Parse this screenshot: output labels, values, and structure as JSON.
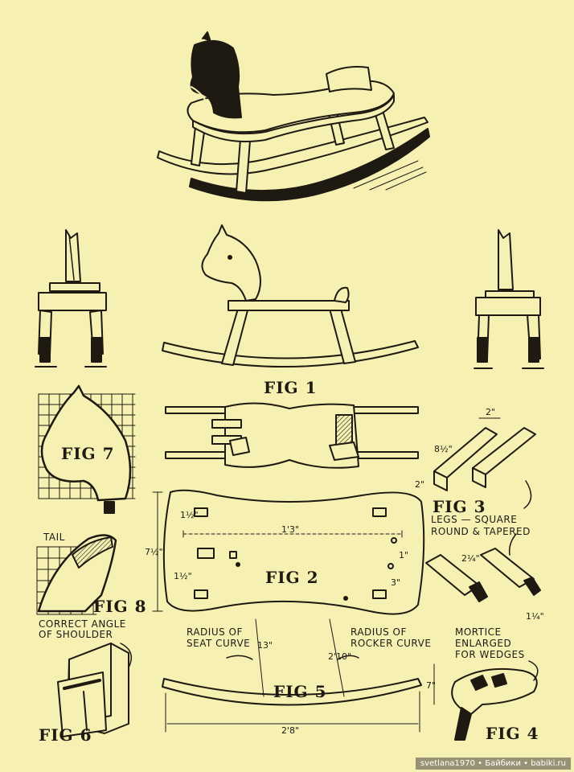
{
  "figures": {
    "fig1": "FIG 1",
    "fig2": "FIG 2",
    "fig3": "FIG 3",
    "fig4": "FIG 4",
    "fig5": "FIG 5",
    "fig6": "FIG 6",
    "fig7": "FIG 7",
    "fig8": "FIG 8"
  },
  "notes": {
    "tail": "TAIL",
    "shoulder_1": "CORRECT ANGLE",
    "shoulder_2": "OF SHOULDER",
    "legs_1": "LEGS — SQUARE",
    "legs_2": "ROUND & TAPERED",
    "seat_radius_1": "RADIUS OF",
    "seat_radius_2": "SEAT CURVE",
    "rocker_radius_1": "RADIUS OF",
    "rocker_radius_2": "ROCKER CURVE",
    "mortice_1": "MORTICE",
    "mortice_2": "ENLARGED",
    "mortice_3": "FOR WEDGES"
  },
  "dimensions": {
    "seat_length": "1'3\"",
    "seat_width": "7½\"",
    "seat_radius": "13\"",
    "rocker_radius": "2'10\"",
    "rocker_length": "2'8\"",
    "rocker_height": "7\"",
    "leg_width": "2\"",
    "leg_length": "8½\"",
    "leg_depth": "2\"",
    "taper_len": "2¼\"",
    "taper_end": "1¼\"",
    "seat_hole_1": "1\"",
    "seat_hole_2": "3\"",
    "seat_slot": "1½\"",
    "seat_small": "1½\""
  },
  "watermark": "svetlana1970 • Байбики • babiki.ru"
}
